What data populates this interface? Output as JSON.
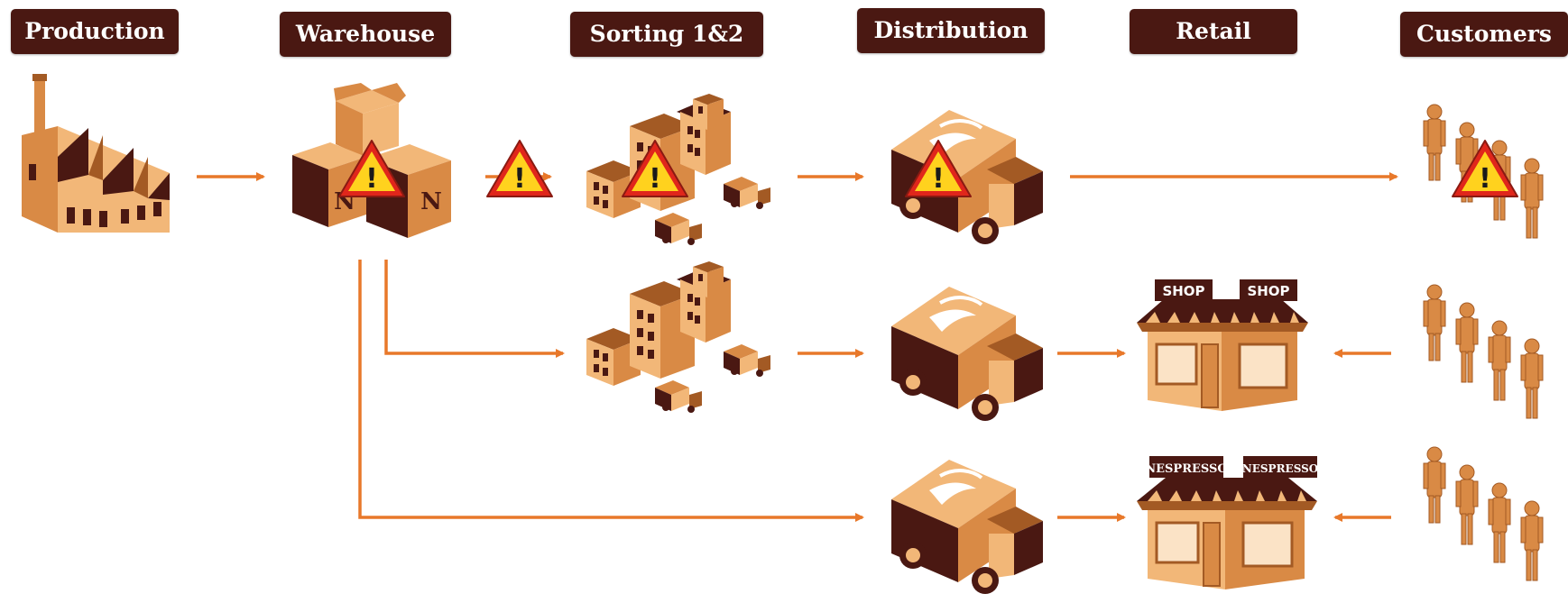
{
  "headers": {
    "production": "Production",
    "warehouse": "Warehouse",
    "sorting": "Sorting 1&2",
    "distribution": "Distribution",
    "retail": "Retail",
    "customers": "Customers"
  },
  "shop_signs": {
    "shop": "SHOP",
    "nespresso": "NESPRESSO"
  },
  "box_logo": "N",
  "warning_mark": "!",
  "colors": {
    "header_bg": "#4a1812",
    "arrow": "#e8782a",
    "tan_light": "#f2b778",
    "tan": "#d98a45",
    "tan_dark": "#a35a24",
    "brown": "#4a1812",
    "warning_yellow": "#ffd21e",
    "warning_red": "#e0261b"
  }
}
